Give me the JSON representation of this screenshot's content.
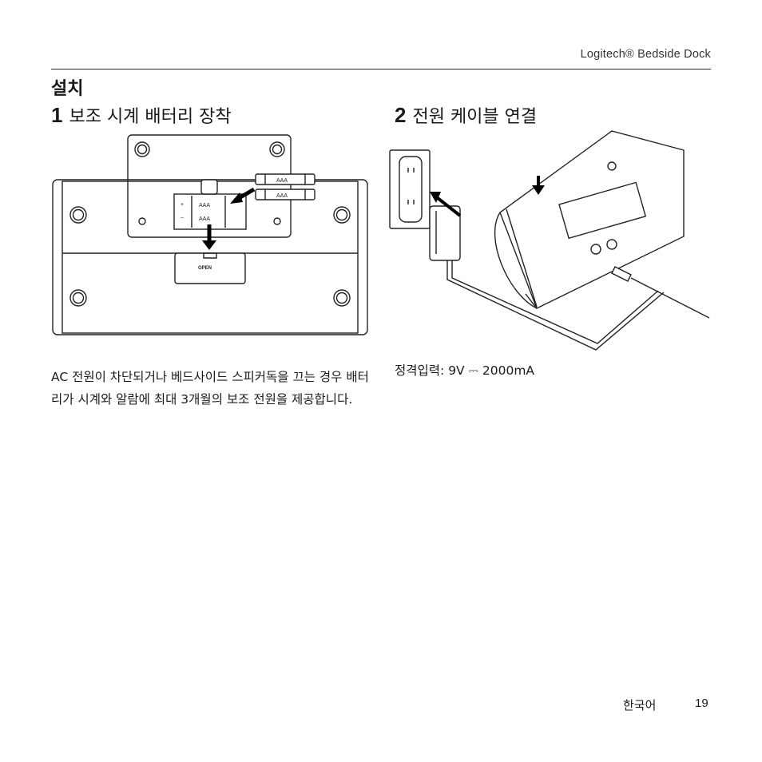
{
  "header": {
    "title": "Logitech® Bedside Dock"
  },
  "section": {
    "title": "설치"
  },
  "steps": [
    {
      "number": "1",
      "title": "보조 시계 배터리 장착"
    },
    {
      "number": "2",
      "title": "전원 케이블 연결"
    }
  ],
  "figure1": {
    "battery_label_1": "AAA",
    "battery_label_2": "AAA",
    "battery_label_3": "AAA",
    "battery_label_4": "AAA",
    "plus_sign": "+",
    "minus_sign": "−",
    "cover_label": "OPEN"
  },
  "body": {
    "text": "AC 전원이 차단되거나 베드사이드 스피커독을 끄는 경우 배터리가 시계와 알람에 최대 3개월의 보조 전원을 제공합니다."
  },
  "spec": {
    "text": "정격입력: 9V ⎓ 2000mA"
  },
  "footer": {
    "language": "한국어",
    "page_number": "19"
  }
}
